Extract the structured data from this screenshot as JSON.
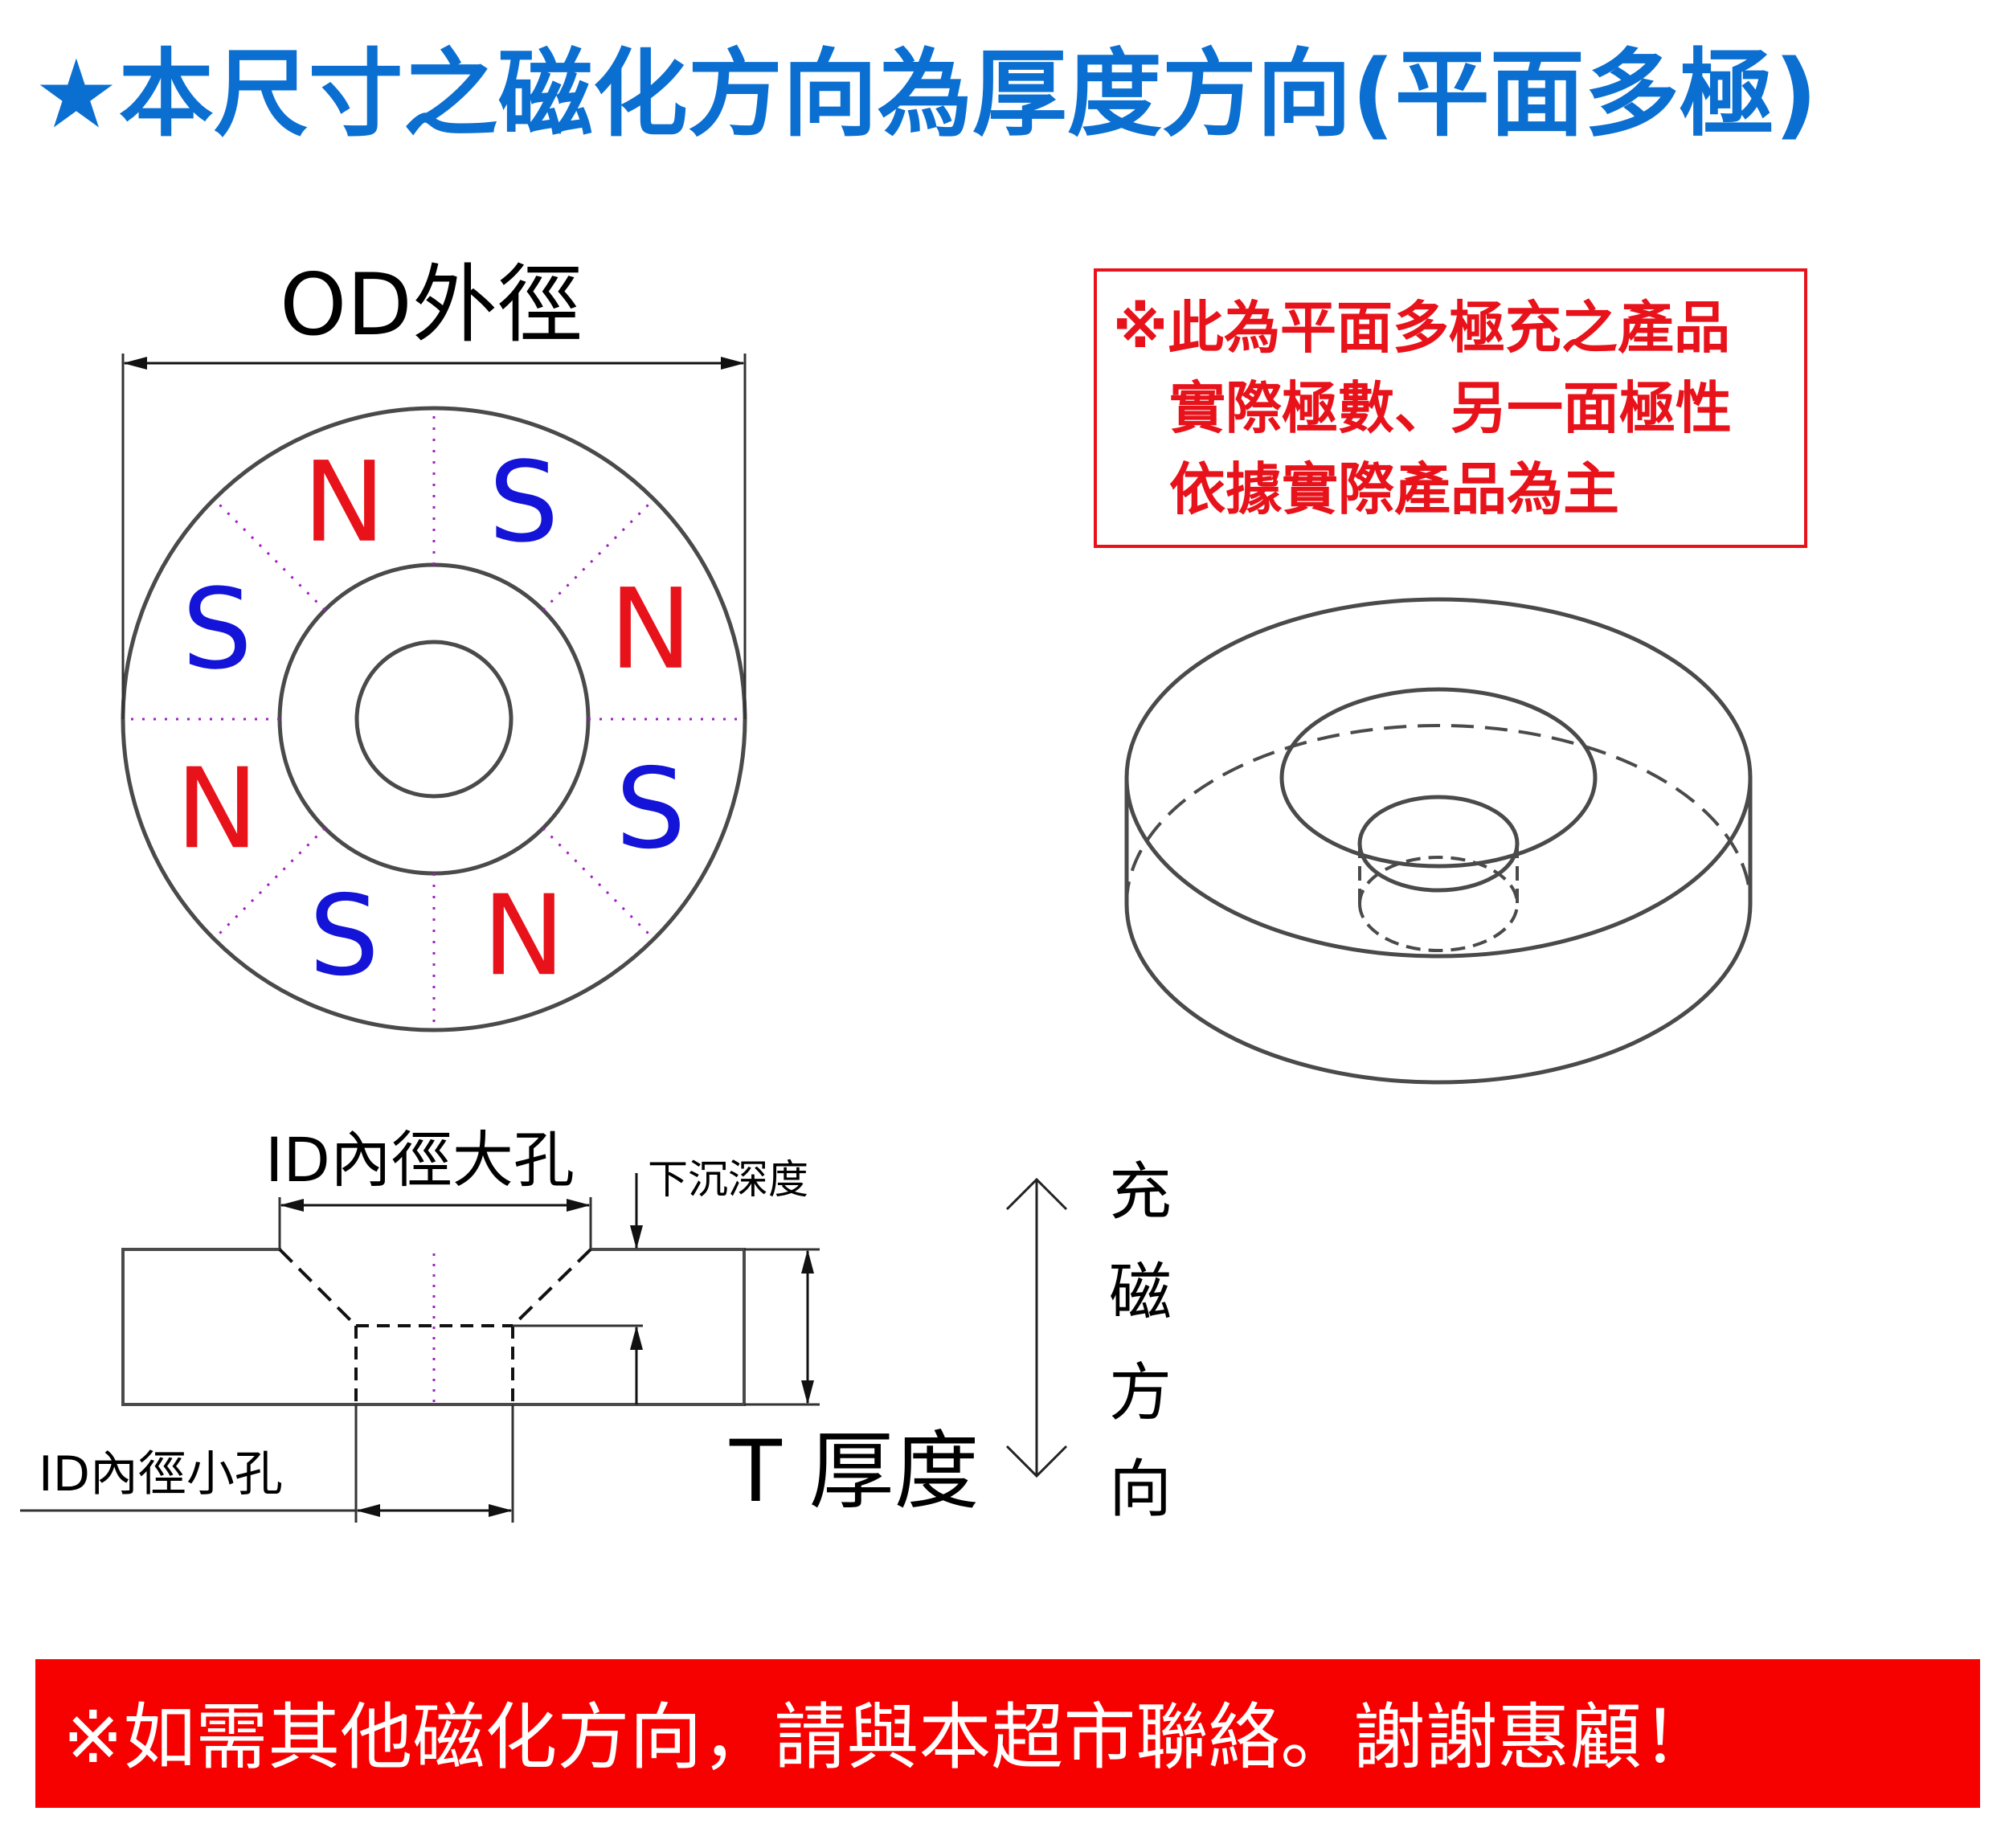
{
  "title": "★本尺寸之磁化方向為厚度方向(平面多極)",
  "labels": {
    "od": "OD外徑",
    "id_large": "ID內徑大孔",
    "countersink_depth": "下沉深度",
    "id_small": "ID內徑小孔",
    "thickness": "T 厚度",
    "magnetization_direction": [
      "充",
      "磁",
      "方",
      "向"
    ]
  },
  "poles": [
    {
      "letter": "N",
      "polarity": "north"
    },
    {
      "letter": "S",
      "polarity": "south"
    },
    {
      "letter": "N",
      "polarity": "north"
    },
    {
      "letter": "S",
      "polarity": "south"
    },
    {
      "letter": "N",
      "polarity": "north"
    },
    {
      "letter": "S",
      "polarity": "south"
    },
    {
      "letter": "N",
      "polarity": "north"
    },
    {
      "letter": "S",
      "polarity": "south"
    }
  ],
  "note": {
    "lines": [
      "※此為平面多極充之產品",
      "實際極數、另一面極性",
      "依據實際產品為主"
    ]
  },
  "banner": "※如需其他磁化方向，請與本超市聯絡。謝謝惠顧！",
  "colors": {
    "title": "#0b6fd1",
    "north": "#e8121b",
    "south": "#1414d8",
    "note_border": "#e8121b",
    "banner_bg": "#f70000",
    "line": "#4a4a4a",
    "divider": "#a020c0"
  }
}
